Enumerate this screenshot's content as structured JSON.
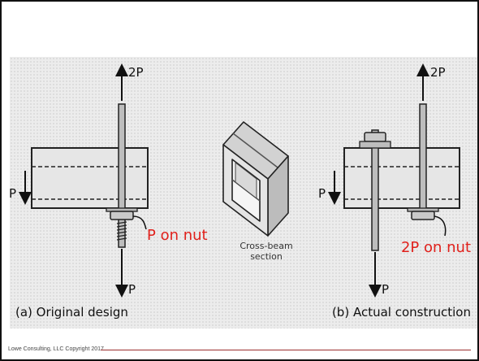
{
  "diagram": {
    "left": {
      "top_load": "2P",
      "side_load": "P",
      "nut_label": "P on nut",
      "bottom_load": "P",
      "caption": "(a) Original design"
    },
    "center": {
      "label_line1": "Cross-beam",
      "label_line2": "section"
    },
    "right": {
      "top_load": "2P",
      "side_load": "P",
      "nut_label": "2P on nut",
      "bottom_load": "P",
      "caption": "(b) Actual construction"
    }
  },
  "colors": {
    "annotation_red": "#e0201b",
    "footer_rule": "#9b2f2f"
  },
  "footer": {
    "copyright": "Lowe Consulting, LLC Copyright 2017"
  }
}
